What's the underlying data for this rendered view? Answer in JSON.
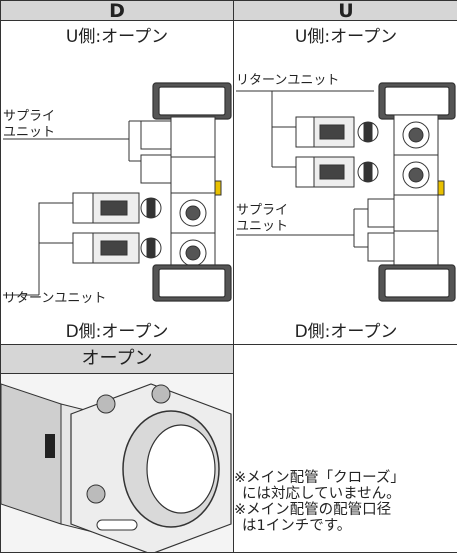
{
  "table": {
    "col_headers": [
      "D",
      "U"
    ],
    "col_d": {
      "top_label": "U側:オープン",
      "bottom_label": "D側:オープン",
      "supply_unit_lines": [
        "サプライ",
        "ユニット"
      ],
      "return_unit": "リターンユニット"
    },
    "col_u": {
      "top_label": "U側:オープン",
      "bottom_label": "D側:オープン",
      "return_unit": "リターンユニット",
      "supply_unit_lines": [
        "サプライ",
        "ユニット"
      ]
    },
    "open_header": "オープン",
    "notes": [
      "※メイン配管「クローズ」",
      "には対応していません。",
      "※メイン配管の配管口径",
      "は1インチです。"
    ]
  }
}
